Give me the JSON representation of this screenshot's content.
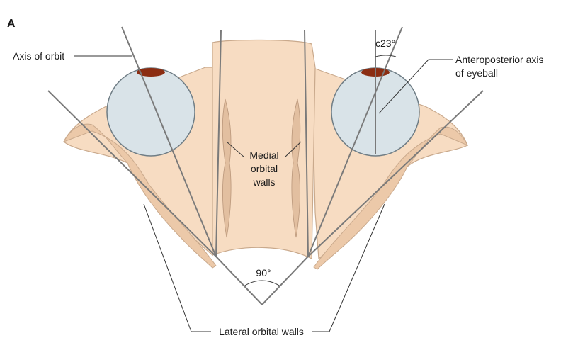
{
  "panel_label": "A",
  "labels": {
    "axis_of_orbit": "Axis of orbit",
    "angle_between_axes": "c23°",
    "anteroposterior_axis_line1": "Anteroposterior axis",
    "anteroposterior_axis_line2": "of eyeball",
    "medial_walls_line1": "Medial",
    "medial_walls_line2": "orbital",
    "medial_walls_line3": "walls",
    "angle_between_lateral_walls": "90°",
    "lateral_walls": "Lateral orbital walls"
  },
  "colors": {
    "bone": "#f7dcc2",
    "bone_edge": "#c9a98c",
    "bone_dark": "#e2bfa0",
    "eyeball": "#d9e3e8",
    "eyeball_edge": "#6f7d85",
    "cornea_iris": "#8b2d12",
    "axis_line": "#7a7a7a",
    "leader_line": "#333333"
  }
}
